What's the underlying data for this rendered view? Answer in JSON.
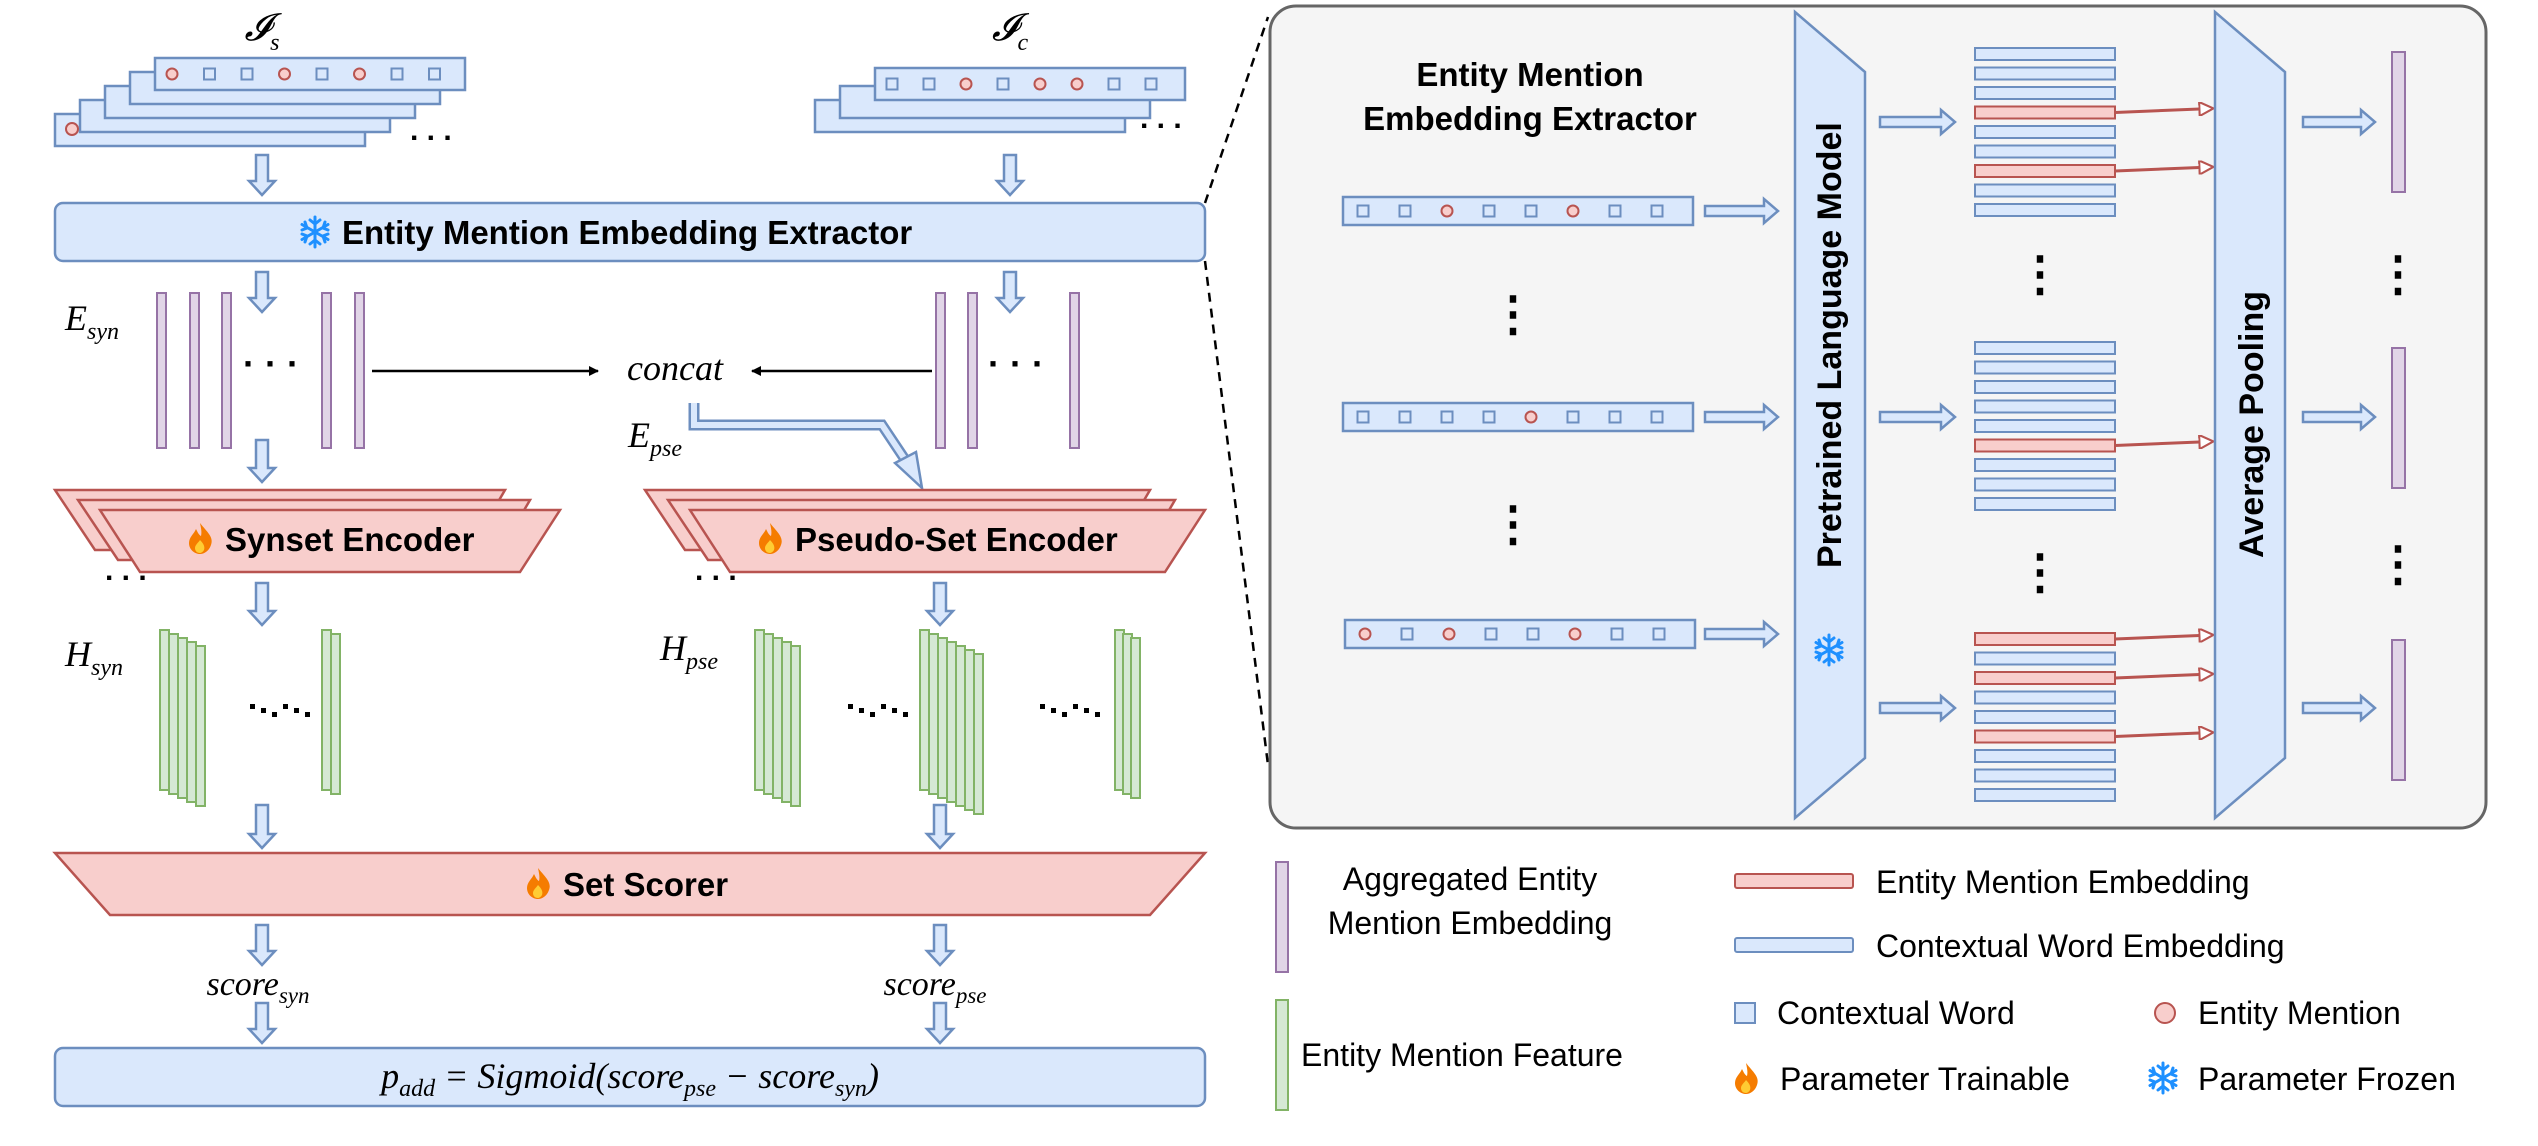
{
  "left": {
    "inputs": {
      "set_symbol": "𝓘",
      "set_sub": "s",
      "candidate_symbol": "𝓘",
      "candidate_sub": "c"
    },
    "extractor_label": "Entity Mention Embedding Extractor",
    "e_syn": {
      "base": "E",
      "sub": "syn"
    },
    "e_pse": {
      "base": "E",
      "sub": "pse"
    },
    "concat": "concat",
    "synset_encoder": "Synset Encoder",
    "pseudo_encoder": "Pseudo-Set Encoder",
    "h_syn": {
      "base": "H",
      "sub": "syn"
    },
    "h_pse": {
      "base": "H",
      "sub": "pse"
    },
    "set_scorer": "Set Scorer",
    "score_syn": {
      "base": "score",
      "sub": "syn"
    },
    "score_pse": {
      "base": "score",
      "sub": "pse"
    },
    "formula": {
      "p": "p",
      "p_sub": "add",
      "eq": " = Sigmoid(score",
      "s1_sub": "pse",
      "minus": " − score",
      "s2_sub": "syn",
      "close": ")"
    }
  },
  "detail": {
    "title_line1": "Entity Mention",
    "title_line2": "Embedding Extractor",
    "plm_label": "Pretrained Language Model",
    "pool_label": "Average Pooling",
    "ellipsis": "⋮"
  },
  "legend": {
    "aggregated_line1": "Aggregated Entity",
    "aggregated_line2": "Mention Embedding",
    "feature": "Entity Mention Feature",
    "mention_embedding": "Entity Mention Embedding",
    "contextual_embedding": "Contextual Word Embedding",
    "contextual_word": "Contextual Word",
    "entity_mention": "Entity Mention",
    "trainable": "Parameter Trainable",
    "frozen": "Parameter Frozen"
  },
  "icons": {
    "frozen": "snowflake-icon",
    "trainable": "flame-icon"
  },
  "colors": {
    "blue_fill": "#dae8fc",
    "blue_stroke": "#6c8ebf",
    "red_fill": "#f8cecc",
    "red_stroke": "#b85450",
    "green_fill": "#d5e8d4",
    "green_stroke": "#82b366",
    "purple_fill": "#e1d5e7",
    "purple_stroke": "#9673a6",
    "panel_fill": "#f5f5f5",
    "panel_stroke": "#666666"
  }
}
